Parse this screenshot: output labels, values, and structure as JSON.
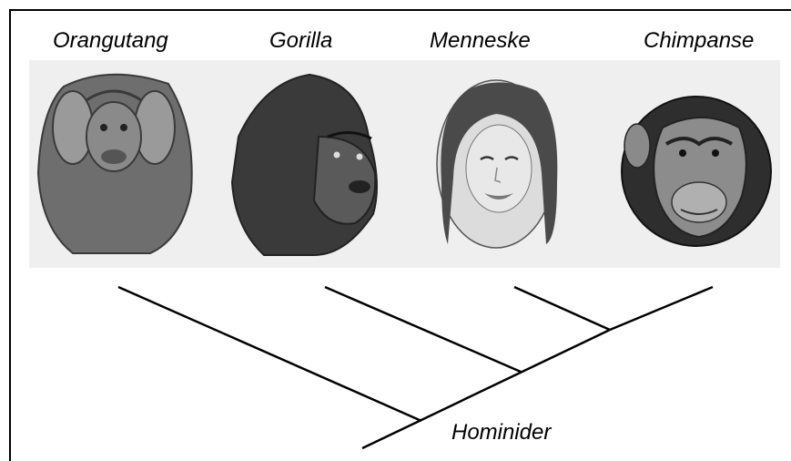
{
  "taxa": [
    "Orangutang",
    "Gorilla",
    "Menneske",
    "Chimpanse"
  ],
  "root_label": "Hominider",
  "colors": {
    "line": "#000000",
    "background": "#ffffff",
    "photo_background": "#efefef",
    "fur_dark": "#3a3a3a",
    "fur_mid": "#6e6e6e",
    "skin_light": "#cfcfcf"
  },
  "icons": [
    "orangutan-portrait",
    "gorilla-portrait",
    "human-portrait",
    "chimpanzee-portrait"
  ]
}
